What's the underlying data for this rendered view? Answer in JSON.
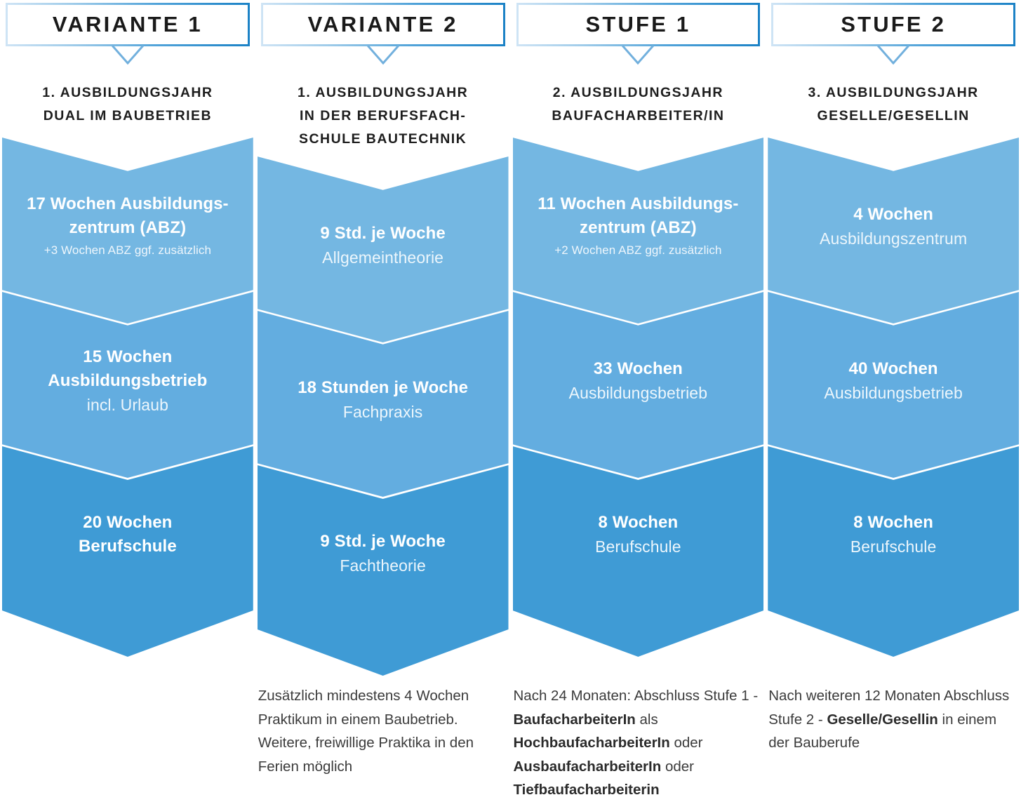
{
  "columns": [
    {
      "badge": "VARIANTE 1",
      "subtitle_lines": [
        "1. AUSBILDUNGSJAHR",
        "DUAL IM BAUBETRIEB"
      ],
      "blocks": [
        {
          "main": "17 Wochen Ausbildungs-",
          "main2": "zentrum (ABZ)",
          "sub": "",
          "note": "+3 Wochen ABZ ggf. zusätzlich",
          "color": "#74b7e2"
        },
        {
          "main": "15 Wochen",
          "main2": "Ausbildungsbetrieb",
          "sub": "incl. Urlaub",
          "note": "",
          "color": "#63ade0"
        },
        {
          "main": "20 Wochen",
          "main2": "Berufschule",
          "sub": "",
          "note": "",
          "color": "#3f9bd5"
        }
      ],
      "footnote": ""
    },
    {
      "badge": "VARIANTE 2",
      "subtitle_lines": [
        "1. AUSBILDUNGSJAHR",
        "IN DER BERUFSFACH-",
        "SCHULE BAUTECHNIK"
      ],
      "blocks": [
        {
          "main": "9 Std. je Woche",
          "main2": "",
          "sub": "Allgemeintheorie",
          "note": "",
          "color": "#74b7e2"
        },
        {
          "main": "18 Stunden je Woche",
          "main2": "",
          "sub": "Fachpraxis",
          "note": "",
          "color": "#63ade0"
        },
        {
          "main": "9 Std. je Woche",
          "main2": "",
          "sub": "Fachtheorie",
          "note": "",
          "color": "#3f9bd5"
        }
      ],
      "footnote": "Zusätzlich mindestens 4 Wochen Praktikum in einem Baubetrieb. Weitere, freiwillige Praktika in den Ferien möglich"
    },
    {
      "badge": "STUFE 1",
      "subtitle_lines": [
        "2. AUSBILDUNGSJAHR",
        "BAUFACHARBEITER/IN"
      ],
      "blocks": [
        {
          "main": "11 Wochen Ausbildungs-",
          "main2": "zentrum (ABZ)",
          "sub": "",
          "note": "+2 Wochen ABZ ggf. zusätzlich",
          "color": "#74b7e2"
        },
        {
          "main": "33 Wochen",
          "main2": "",
          "sub": "Ausbildungsbetrieb",
          "note": "",
          "color": "#63ade0"
        },
        {
          "main": "8 Wochen",
          "main2": "",
          "sub": "Berufschule",
          "note": "",
          "color": "#3f9bd5"
        }
      ],
      "footnote_html": "Nach 24 Monaten: Abschluss Stufe 1 - <b>BaufacharbeiterIn</b> als <b>HochbaufacharbeiterIn</b> oder <b>AusbaufacharbeiterIn</b> oder <b>Tiefbaufacharbeiterin</b>"
    },
    {
      "badge": "STUFE 2",
      "subtitle_lines": [
        "3. AUSBILDUNGSJAHR",
        "GESELLE/GESELLIN"
      ],
      "blocks": [
        {
          "main": "4 Wochen",
          "main2": "",
          "sub": "Ausbildungszentrum",
          "note": "",
          "color": "#74b7e2"
        },
        {
          "main": "40 Wochen",
          "main2": "",
          "sub": "Ausbildungsbetrieb",
          "note": "",
          "color": "#63ade0"
        },
        {
          "main": "8 Wochen",
          "main2": "",
          "sub": "Berufschule",
          "note": "",
          "color": "#3f9bd5"
        }
      ],
      "footnote_html": "Nach weiteren 12 Monaten Abschluss Stufe 2 - <b>Geselle/Gesellin</b> in einem der Bauberufe"
    }
  ],
  "theme": {
    "chevron_light": "#74b7e2",
    "chevron_mid": "#63ade0",
    "chevron_dark": "#3f9bd5",
    "border_gradient_start": "#cfe4f5",
    "border_gradient_end": "#1b82c6",
    "text_dark": "#1a1a1a",
    "text_body": "#3b3b3b",
    "text_on_blue": "#ffffff",
    "background": "#ffffff"
  }
}
